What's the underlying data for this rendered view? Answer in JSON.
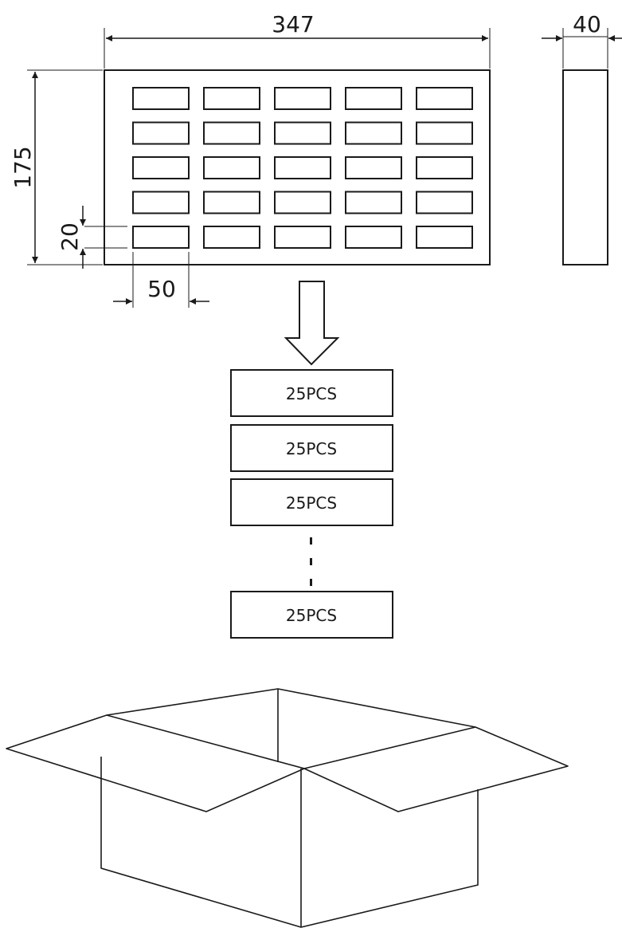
{
  "dimensions": {
    "length": "347",
    "thickness": "40",
    "height": "175",
    "slot_height": "20",
    "slot_width": "50"
  },
  "tray": {
    "rows": 5,
    "columns": 5
  },
  "stack": {
    "labels": [
      "25PCS",
      "25PCS",
      "25PCS",
      "25PCS"
    ]
  }
}
